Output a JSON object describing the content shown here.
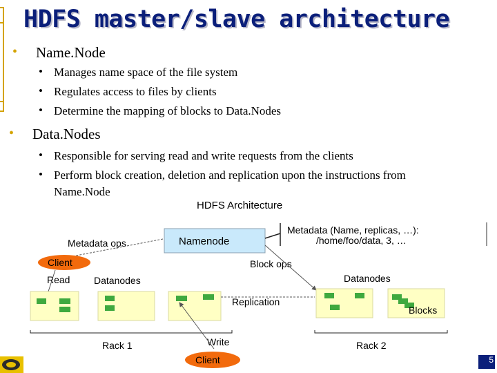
{
  "slide": {
    "title": "HDFS master/slave architecture",
    "sections": [
      {
        "heading": "Name.Node",
        "items": [
          "Manages name space of the file system",
          "Regulates access to files by clients",
          "Determine the mapping of blocks to Data.Nodes"
        ]
      },
      {
        "heading": "Data.Nodes",
        "items": [
          "Responsible for serving read and write requests from the clients",
          "Perform block creation, deletion and replication upon the instructions from",
          "Name.Node"
        ]
      }
    ],
    "page_number": "5"
  },
  "diagram": {
    "title": "HDFS Architecture",
    "namenode": "Namenode",
    "metadata_line1": "Metadata (Name, replicas, …):",
    "metadata_line2": "/home/foo/data, 3, …",
    "metadata_ops": "Metadata ops",
    "block_ops": "Block ops",
    "client_top": "Client",
    "client_bottom": "Client",
    "read": "Read",
    "write": "Write",
    "datanodes_left": "Datanodes",
    "datanodes_right": "Datanodes",
    "replication": "Replication",
    "blocks": "Blocks",
    "rack1": "Rack 1",
    "rack2": "Rack 2"
  },
  "colors": {
    "title": "#0b1f7a",
    "bullet": "#d4a300",
    "namenode_fill": "#c9e9fb",
    "rack_fill": "#ffffc4",
    "block": "#3fa93f",
    "client": "#f26a0c"
  }
}
